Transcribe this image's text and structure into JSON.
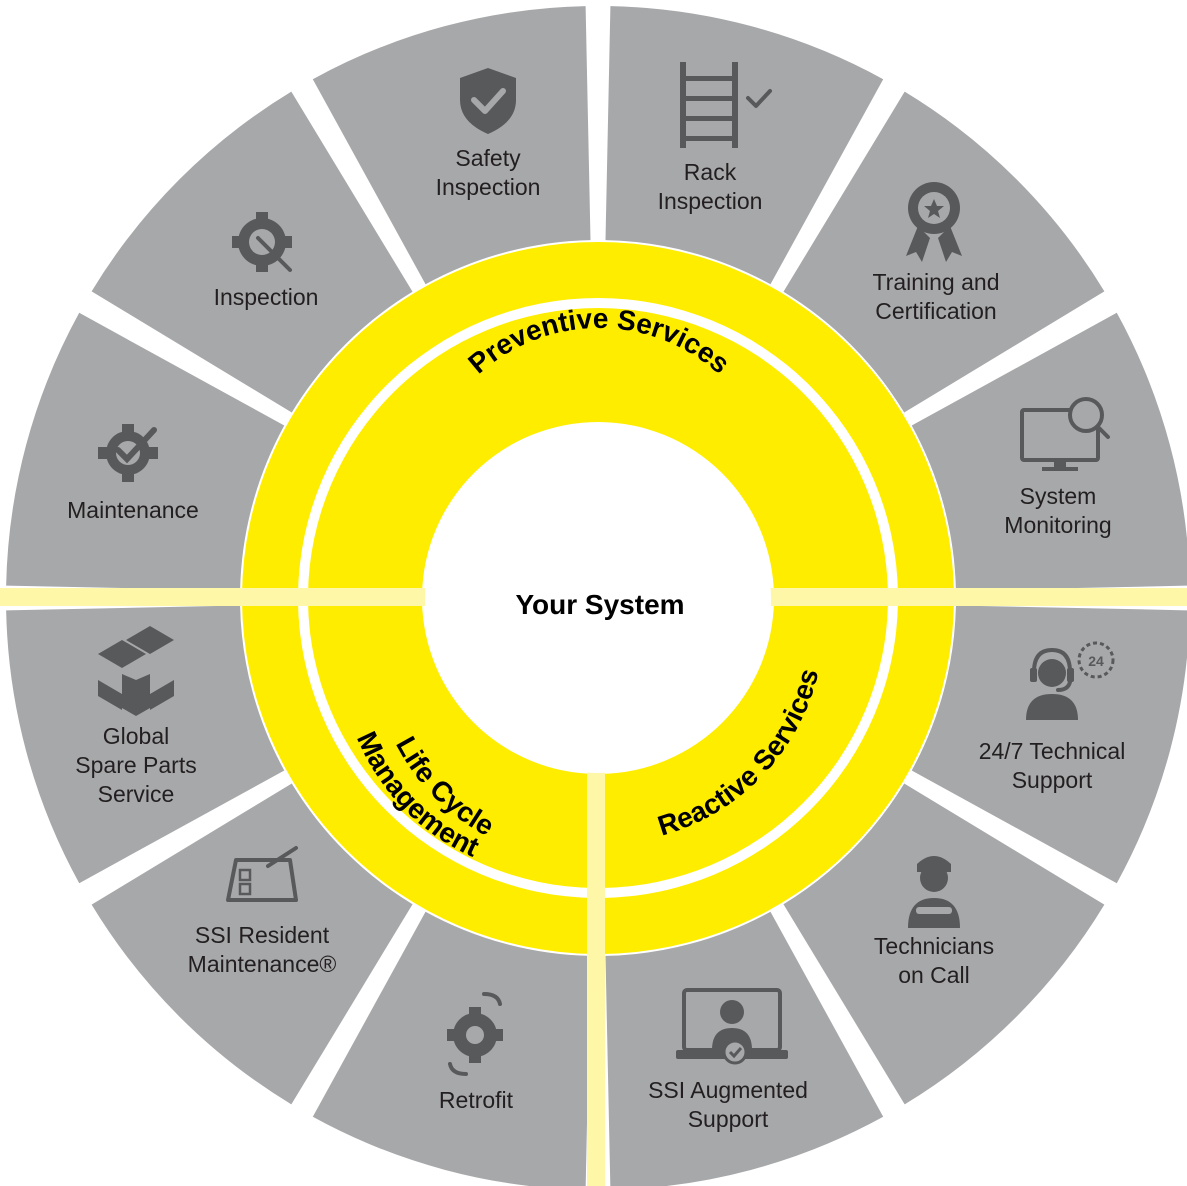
{
  "center": {
    "label": "Your System"
  },
  "groups": {
    "preventive": "Preventive Services",
    "reactive": "Reactive Services",
    "lifecycle_line1": "Life Cycle",
    "lifecycle_line2": "Management"
  },
  "services": [
    {
      "lines": [
        "Safety",
        "Inspection"
      ],
      "icon": "shield-check-icon"
    },
    {
      "lines": [
        "Rack",
        "Inspection"
      ],
      "icon": "ladder-check-icon"
    },
    {
      "lines": [
        "Training and",
        "Certification"
      ],
      "icon": "award-ribbon-icon"
    },
    {
      "lines": [
        "System",
        "Monitoring"
      ],
      "icon": "monitor-search-icon"
    },
    {
      "lines": [
        "24/7 Technical",
        "Support"
      ],
      "icon": "headset-24-icon"
    },
    {
      "lines": [
        "Technicians",
        "on Call"
      ],
      "icon": "technician-wrench-icon"
    },
    {
      "lines": [
        "SSI Augmented",
        "Support"
      ],
      "icon": "screen-support-icon"
    },
    {
      "lines": [
        "Retrofit"
      ],
      "icon": "gear-refresh-icon"
    },
    {
      "lines": [
        "SSI Resident",
        "Maintenance®"
      ],
      "icon": "checklist-pen-icon"
    },
    {
      "lines": [
        "Global",
        "Spare Parts",
        "Service"
      ],
      "icon": "box-check-icon"
    },
    {
      "lines": [
        "Maintenance"
      ],
      "icon": "gear-check-icon"
    },
    {
      "lines": [
        "Inspection"
      ],
      "icon": "gear-wrench-icon"
    }
  ],
  "badge_24": "24",
  "colors": {
    "segment": "#a7a8aa",
    "accent": "#ffed00",
    "icon": "#58595b",
    "text": "#231f20"
  }
}
